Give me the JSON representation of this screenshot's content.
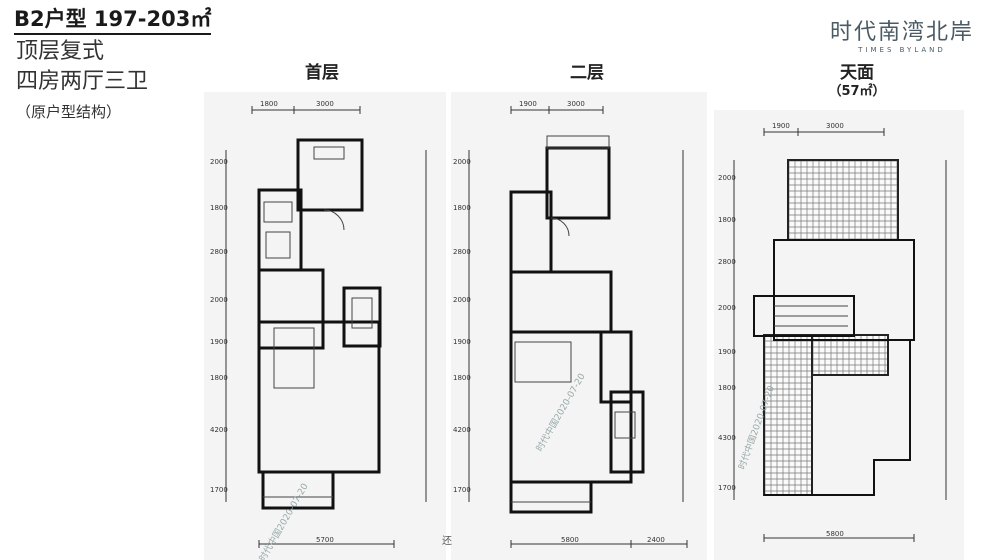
{
  "header": {
    "title": "B2户型  197-203㎡",
    "line1": "顶层复式",
    "line2": "四房两厅三卫",
    "line3": "（原户型结构）"
  },
  "brand": {
    "cn": "时代南湾北岸",
    "en": "TIMES BYLAND"
  },
  "panels": {
    "floor1": {
      "title": "首层",
      "top_dims": [
        "1800",
        "3000"
      ],
      "left_dims": [
        "2000",
        "1800",
        "2800",
        "2000",
        "1900",
        "1800",
        "4200",
        "1700"
      ],
      "bottom_dim": "5700"
    },
    "floor2": {
      "title": "二层",
      "top_dims": [
        "1900",
        "3000"
      ],
      "left_dims": [
        "2000",
        "1800",
        "2800",
        "2000",
        "1900",
        "1800",
        "4200",
        "1700"
      ],
      "bottom_dims": [
        "5800",
        "2400"
      ]
    },
    "roof": {
      "title": "天面",
      "area": "（57㎡）",
      "top_dims": [
        "1900",
        "3000"
      ],
      "left_dims": [
        "2000",
        "1800",
        "2800",
        "2000",
        "1900",
        "1800",
        "4300",
        "1700"
      ],
      "bottom_dim": "5800"
    }
  },
  "watermark": "时代中国2020-07-20",
  "footer_glyph": "还"
}
